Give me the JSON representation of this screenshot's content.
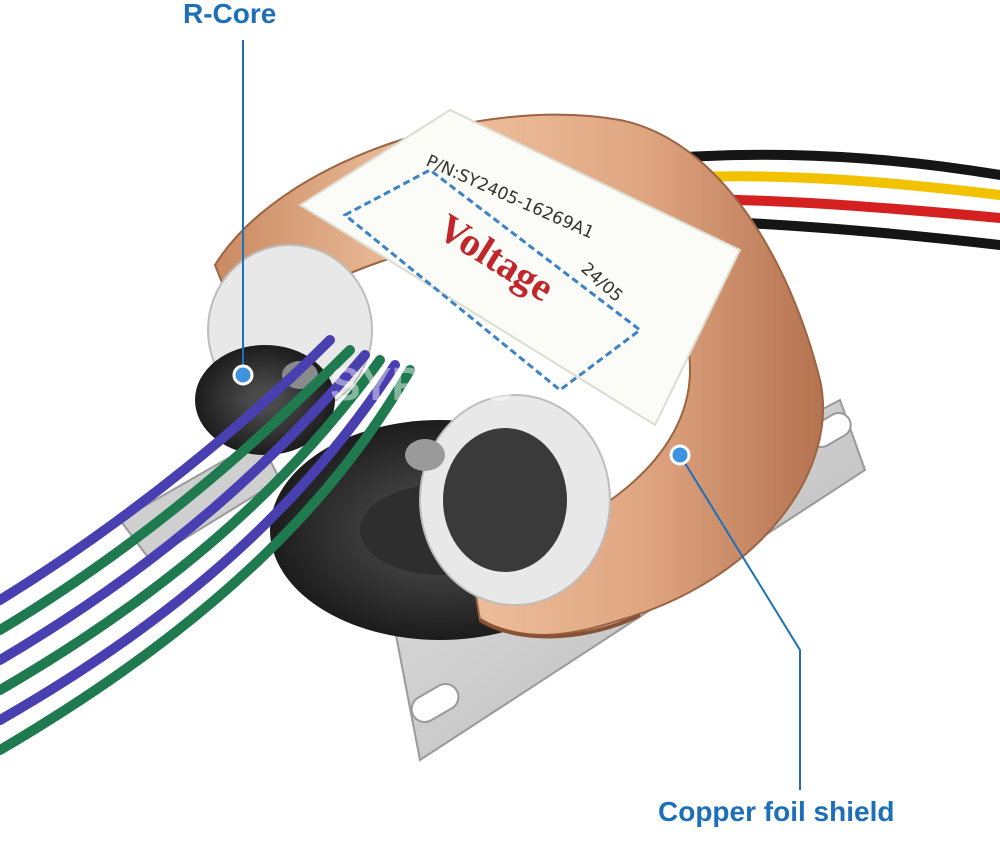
{
  "image": {
    "subject": "R-core transformer with copper foil shield",
    "callouts": [
      {
        "id": "r-core",
        "label": "R-Core"
      },
      {
        "id": "copper-foil-shield",
        "label": "Copper foil shield"
      }
    ],
    "sticker": {
      "part_number": "P/N:SY2405-16269A1",
      "date_code": "24/05",
      "voltage": "Voltage"
    },
    "watermark": "SYPDZS",
    "colors": {
      "callout": "#1d6fb8",
      "copper": "#d9a07a",
      "copper_dark": "#a86e4a",
      "winding": "#2a2a2a",
      "bracket": "#c8c8c8",
      "voltage_text": "#c0262b",
      "wire_purple": "#4a3fb0",
      "wire_green": "#1f7a50",
      "wire_black": "#151515",
      "wire_red": "#d42020",
      "wire_yellow": "#f2c200"
    }
  }
}
